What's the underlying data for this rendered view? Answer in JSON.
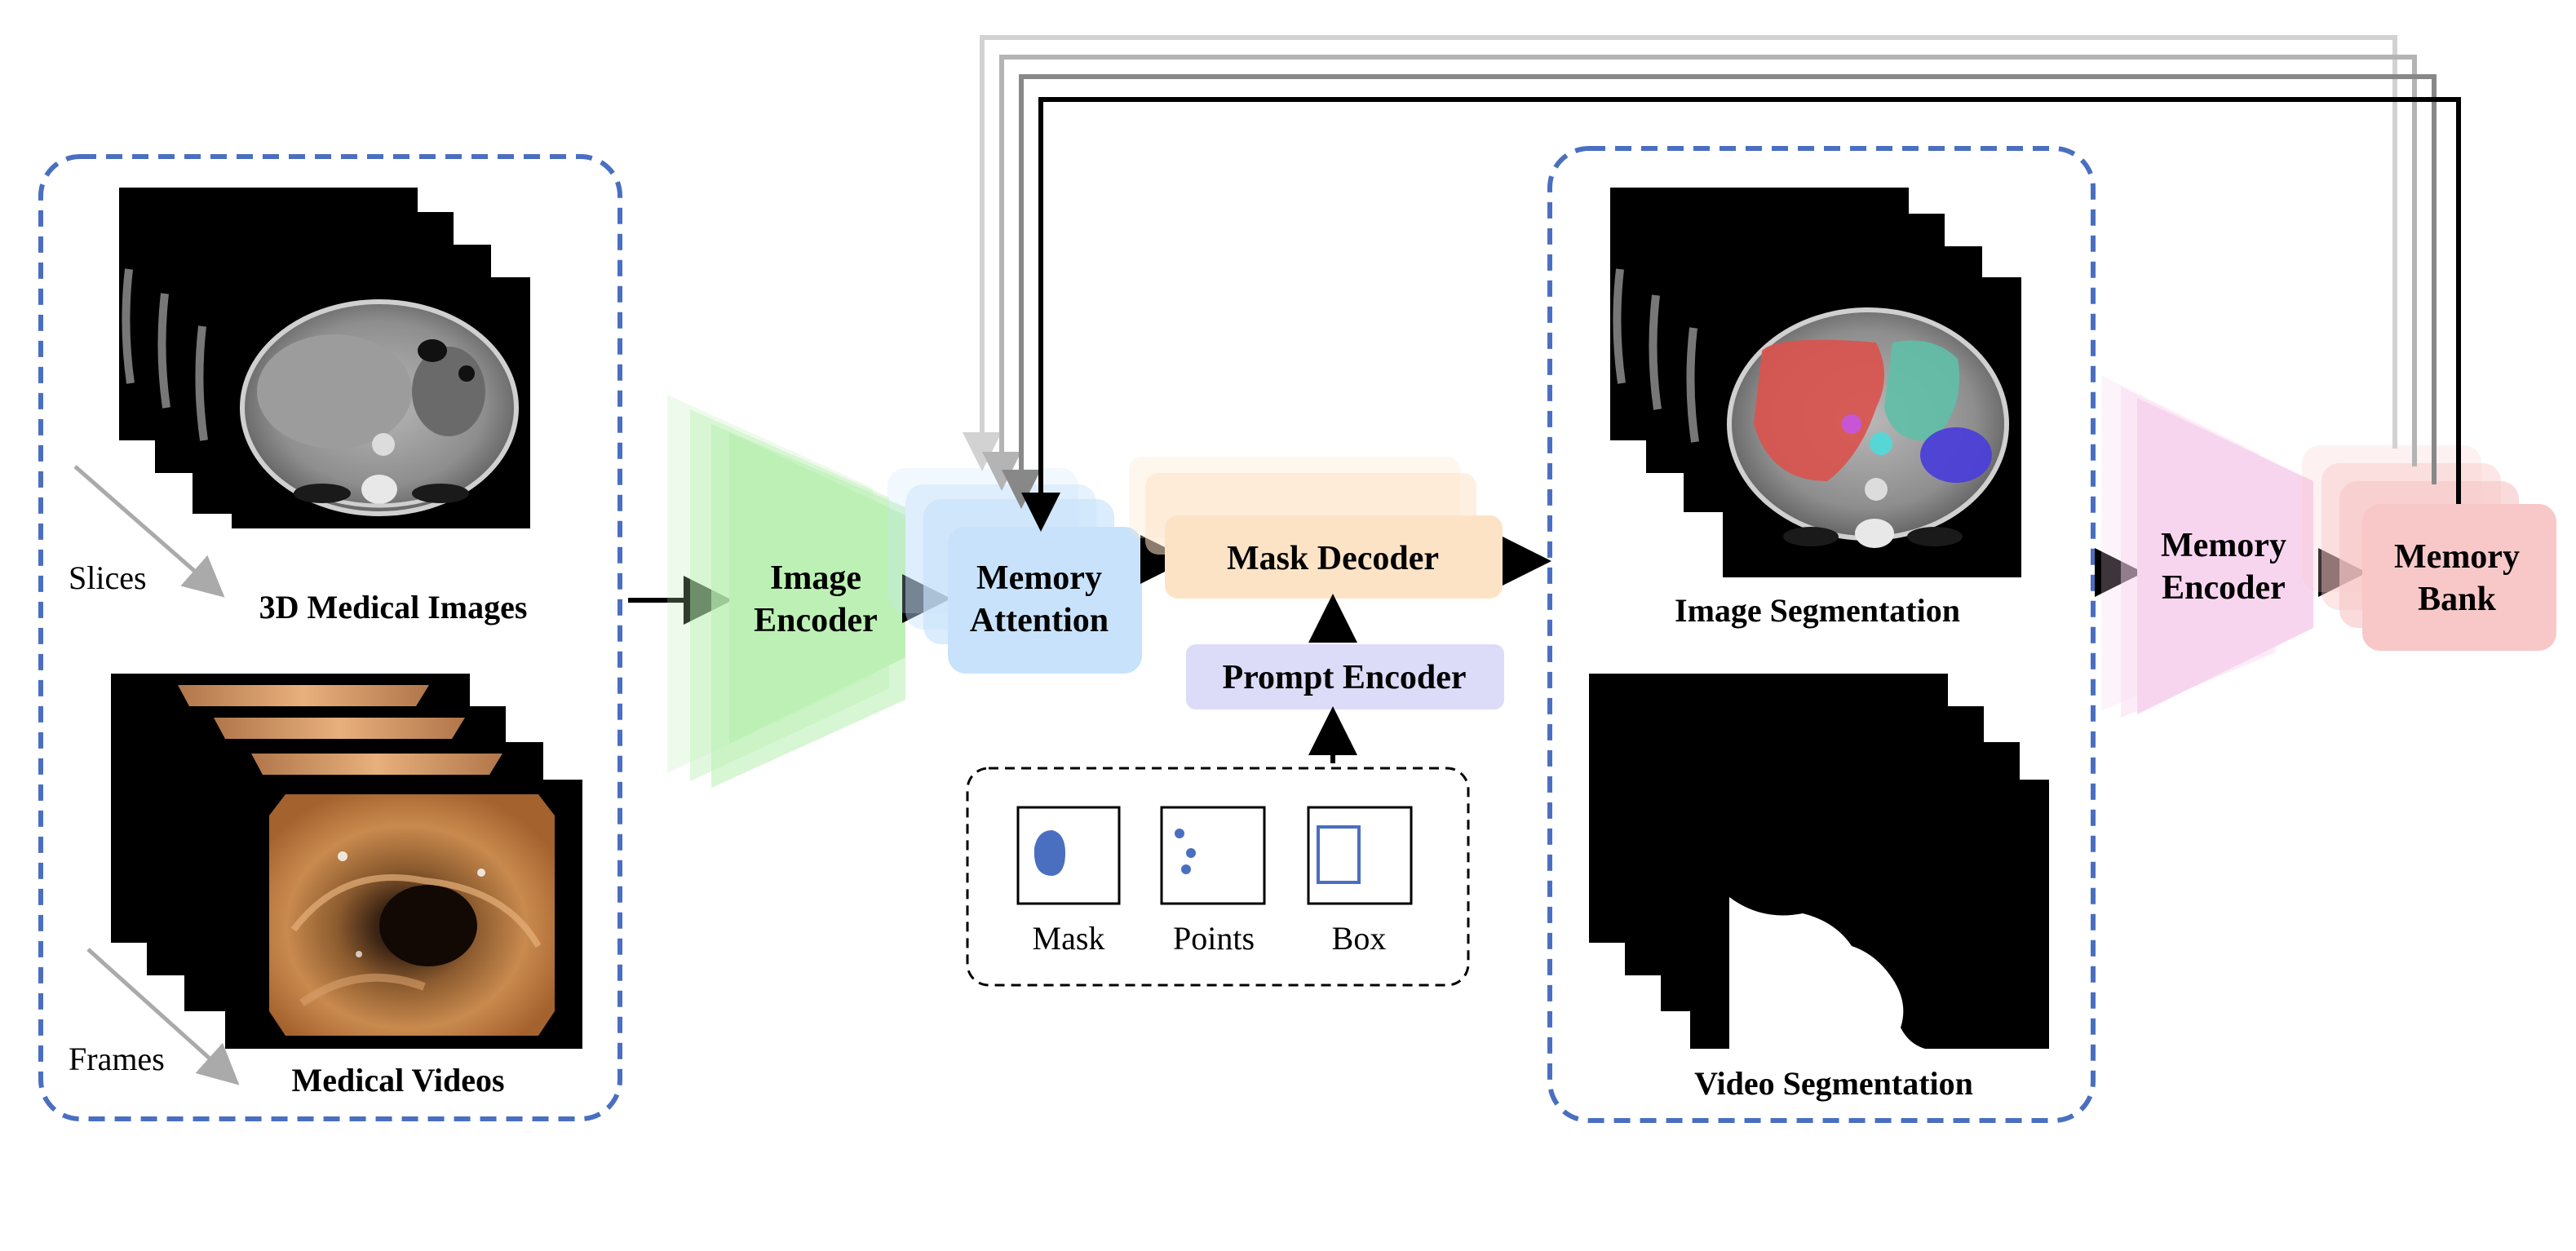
{
  "left_panel": {
    "image_label": "3D Medical Images",
    "video_label": "Medical Videos",
    "slices_label": "Slices",
    "frames_label": "Frames"
  },
  "modules": {
    "image_encoder": [
      "Image",
      "Encoder"
    ],
    "memory_attention": [
      "Memory",
      "Attention"
    ],
    "mask_decoder": "Mask Decoder",
    "prompt_encoder": "Prompt Encoder",
    "memory_encoder": [
      "Memory",
      "Encoder"
    ],
    "memory_bank": [
      "Memory",
      "Bank"
    ]
  },
  "prompts": {
    "mask_label": "Mask",
    "points_label": "Points",
    "box_label": "Box"
  },
  "right_panel": {
    "image_label": "Image Segmentation",
    "video_label": "Video Segmentation"
  },
  "colors": {
    "dashed_border": "#4a6fc1",
    "image_encoder": "#bdf0b5",
    "memory_attention": "#c8e2fb",
    "mask_decoder": "#fde3c6",
    "prompt_encoder": "#dcdcf8",
    "memory_encoder": "#f8d5ef",
    "memory_bank": "#f8c8c8",
    "prompt_icon_blue": "#4a6fc1",
    "seg_liver": "#d9544e",
    "seg_stomach": "#5fbfa7",
    "seg_spleen": "#4c3fd8",
    "seg_aorta": "#56d7d6",
    "seg_small": "#c656d6"
  }
}
